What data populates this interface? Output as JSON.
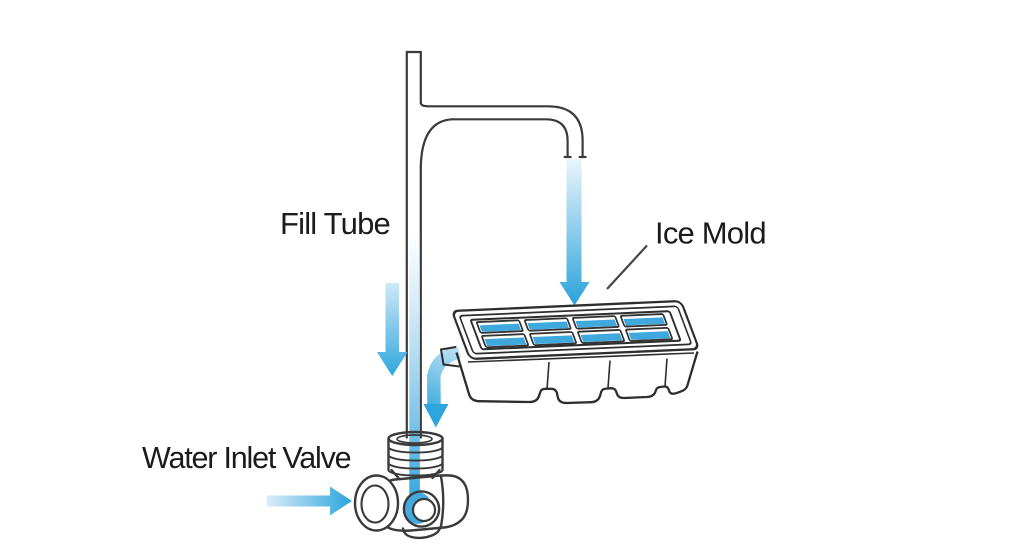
{
  "labels": {
    "fill_tube": "Fill Tube",
    "ice_mold": "Ice Mold",
    "water_inlet_valve": "Water Inlet Valve"
  },
  "ice_mold": {
    "rows": 2,
    "columns": 4,
    "cells_filled": 8
  },
  "arrows": [
    {
      "name": "fill-tube-flow-arrow",
      "direction": "down"
    },
    {
      "name": "spout-stream-arrow",
      "direction": "down"
    },
    {
      "name": "tray-to-valve-arrow",
      "direction": "curved-down"
    },
    {
      "name": "water-inlet-arrow",
      "direction": "right"
    }
  ],
  "colors": {
    "background": "#ffffff",
    "outline": "#3a3a3a",
    "text": "#1b1b1b",
    "water_strong": "#2ea6dd",
    "water_light": "#d9eef9",
    "cell_water": "#3fa8dc"
  }
}
